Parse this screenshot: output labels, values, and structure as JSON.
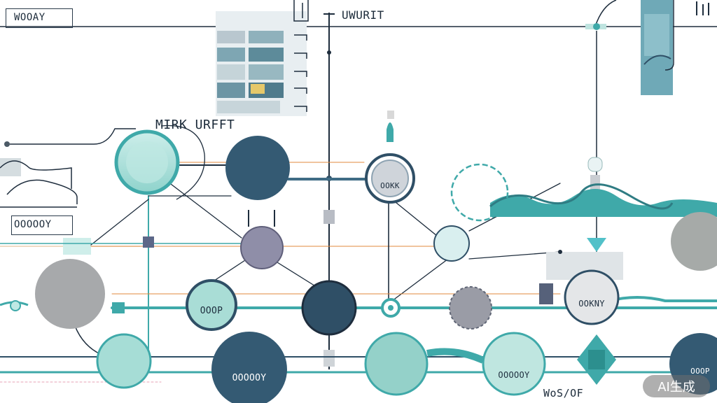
{
  "labels": {
    "top_left": "WOOAY",
    "top_center": "UWURIT",
    "mid_title": "MIRK URFFT",
    "left_counter": "OOOOOY",
    "bottom_right": "WoS/OF"
  },
  "nodes": {
    "mid_gear": "OOKK",
    "right_node": "OOKNY",
    "mid_small": "OOOP",
    "bottom_left": "OOOOOY",
    "bottom_mid": "OOOOOY",
    "bottom_far": "OOOP"
  },
  "watermark": "AI生成",
  "colors": {
    "teal": "#3fa9a9",
    "teal_light": "#a9e0db",
    "navy": "#2f4f66",
    "grey": "#a6a6a8",
    "lavender": "#8c8ca6",
    "wire": "#1e2d3d",
    "orange": "#e08a3c"
  }
}
